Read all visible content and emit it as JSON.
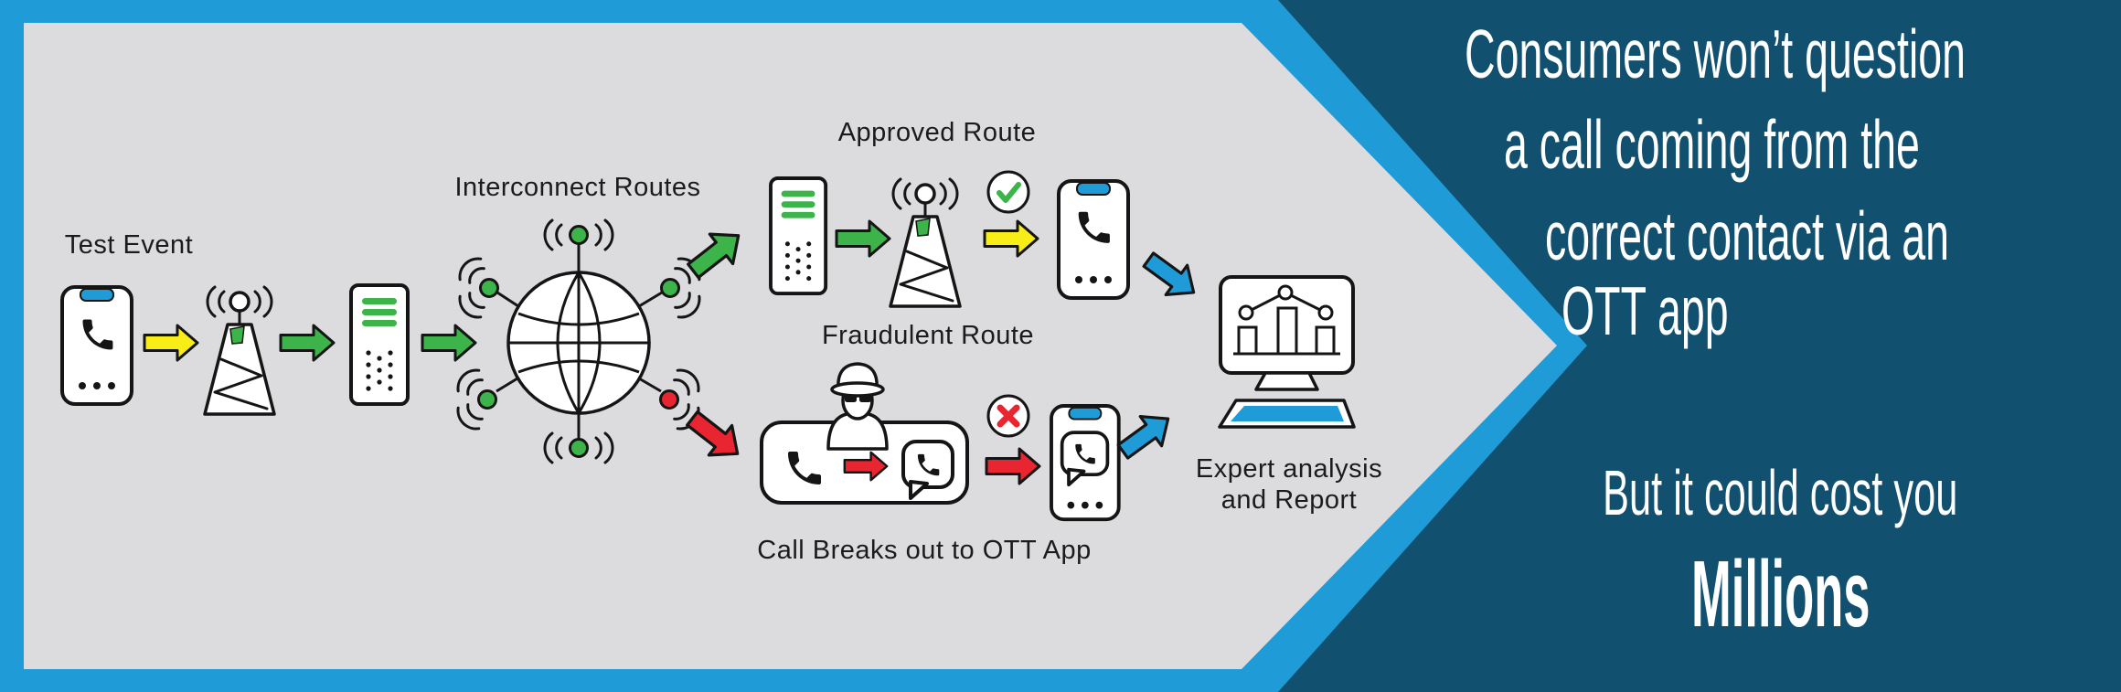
{
  "colors": {
    "background": "#12506F",
    "accent_blue": "#1F9BD7",
    "panel_gray": "#DCDCDE",
    "green": "#3CB44A",
    "red": "#E82530",
    "yellow": "#F9ED18",
    "ink": "#151515",
    "label": "#1b1b1b",
    "white": "#FFFFFF"
  },
  "diagram": {
    "labels": {
      "test_event": "Test Event",
      "interconnect_routes": "Interconnect Routes",
      "approved_route": "Approved Route",
      "fraudulent_route": "Fraudulent Route",
      "call_breaks_out": "Call Breaks out to OTT App",
      "expert_analysis_line1": "Expert analysis",
      "expert_analysis_line2": "and Report"
    },
    "icons": [
      "smartphone-call-icon",
      "cell-tower-icon",
      "server-icon",
      "globe-interconnect-icon",
      "check-circle-icon",
      "cross-circle-icon",
      "fraudster-icon",
      "chat-call-bubble-icon",
      "analytics-monitor-icon",
      "keyboard-icon",
      "yellow-arrow",
      "green-arrow",
      "red-arrow",
      "blue-arrow"
    ]
  },
  "message": {
    "headline_lines": [
      "Consumers won’t question",
      "a call coming from the",
      "correct contact via an",
      "OTT app"
    ],
    "footer_line": "But it could cost you",
    "footer_emphasis": "Millions"
  }
}
